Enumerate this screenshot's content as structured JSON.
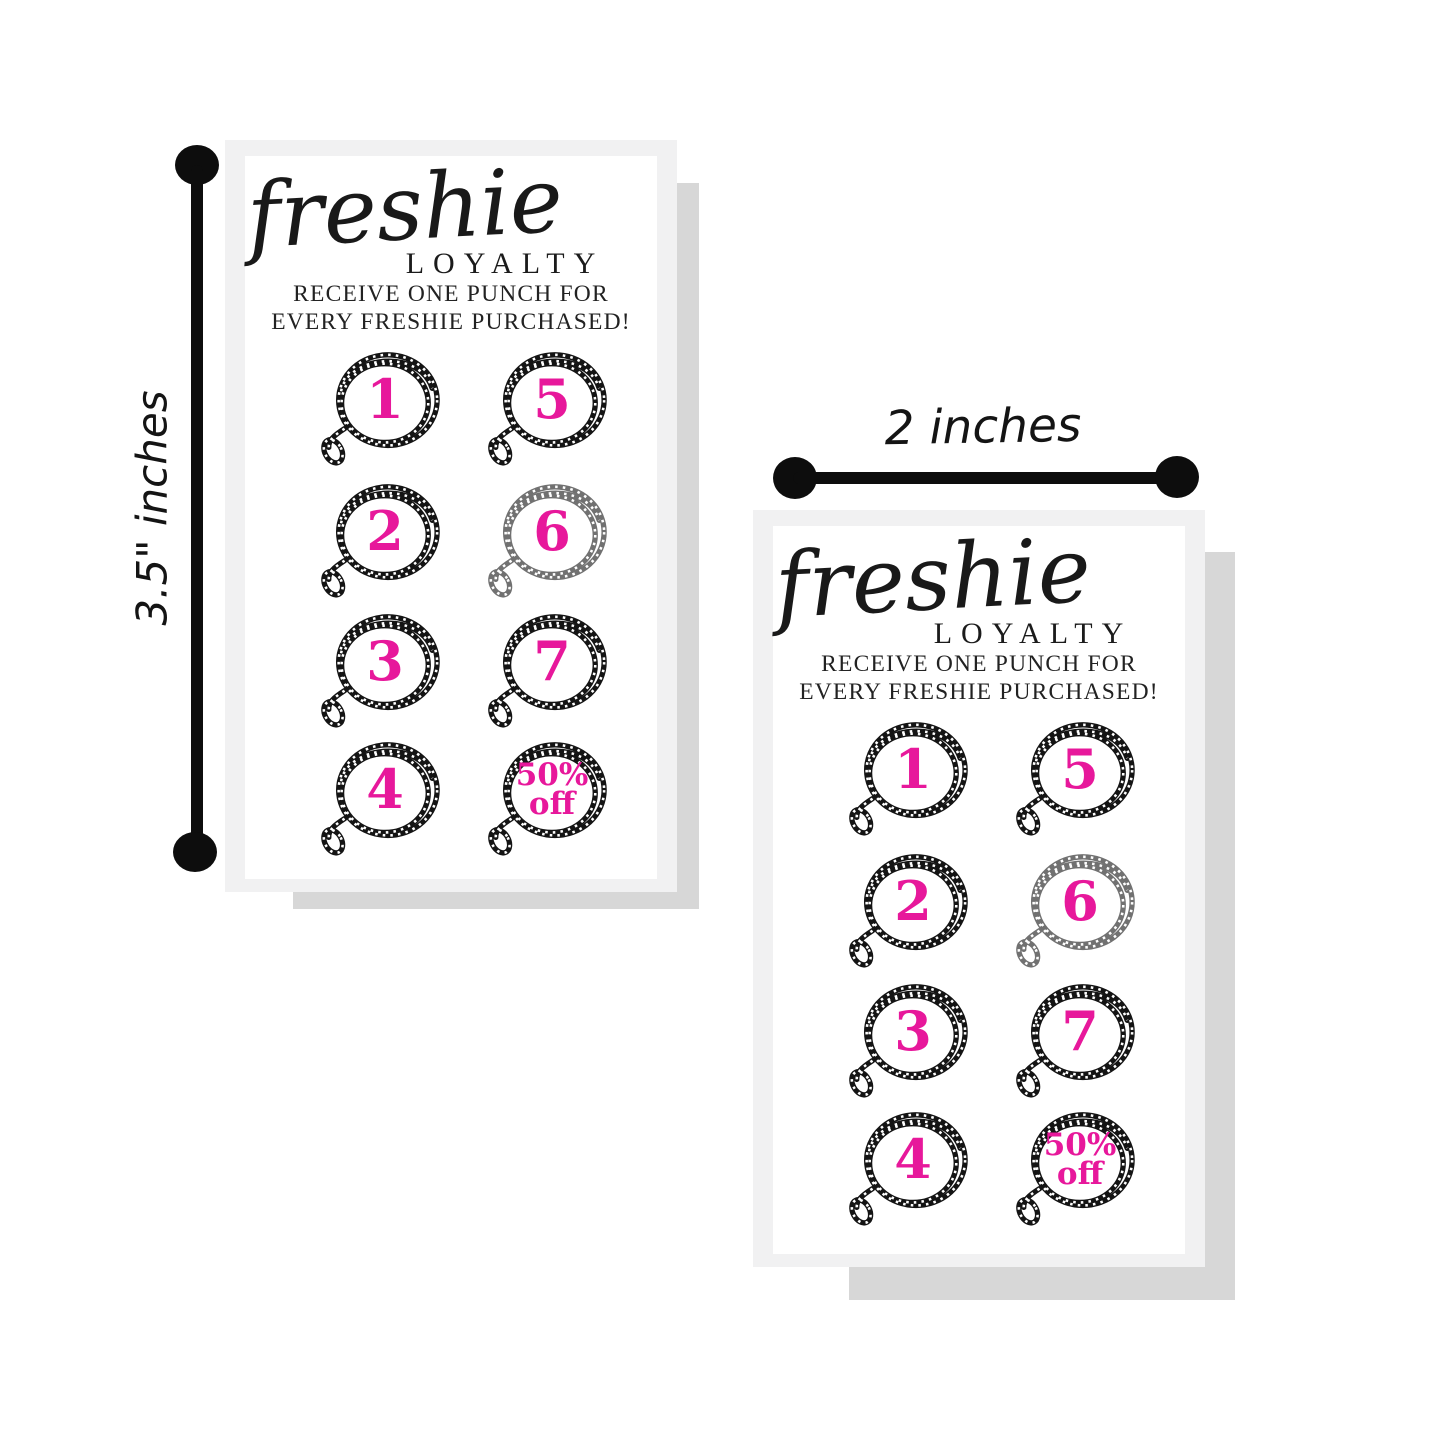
{
  "cards": [
    {
      "brand_script": "freshie",
      "brand_word": "LOYALTY",
      "tagline_line1": "RECEIVE ONE PUNCH FOR",
      "tagline_line2": "EVERY FRESHIE PURCHASED!",
      "punches": [
        {
          "label": "1"
        },
        {
          "label": "5"
        },
        {
          "label": "2"
        },
        {
          "label": "6"
        },
        {
          "label": "3"
        },
        {
          "label": "7"
        },
        {
          "label": "4"
        },
        {
          "label": "50%\noff"
        }
      ]
    },
    {
      "brand_script": "freshie",
      "brand_word": "LOYALTY",
      "tagline_line1": "RECEIVE ONE PUNCH FOR",
      "tagline_line2": "EVERY FRESHIE PURCHASED!",
      "punches": [
        {
          "label": "1"
        },
        {
          "label": "5"
        },
        {
          "label": "2"
        },
        {
          "label": "6"
        },
        {
          "label": "3"
        },
        {
          "label": "7"
        },
        {
          "label": "4"
        },
        {
          "label": "50%\noff"
        }
      ]
    }
  ],
  "dimension_markers": {
    "height_label": "3.5\" inches",
    "width_label": "2 inches"
  },
  "colors": {
    "accent_pink": "#e7189b",
    "ink_black": "#141414",
    "card_frame": "#f1f1f2",
    "shadow_gray": "#d7d7d7"
  },
  "icons": {
    "punch_slot": "lasso-rope-icon"
  }
}
